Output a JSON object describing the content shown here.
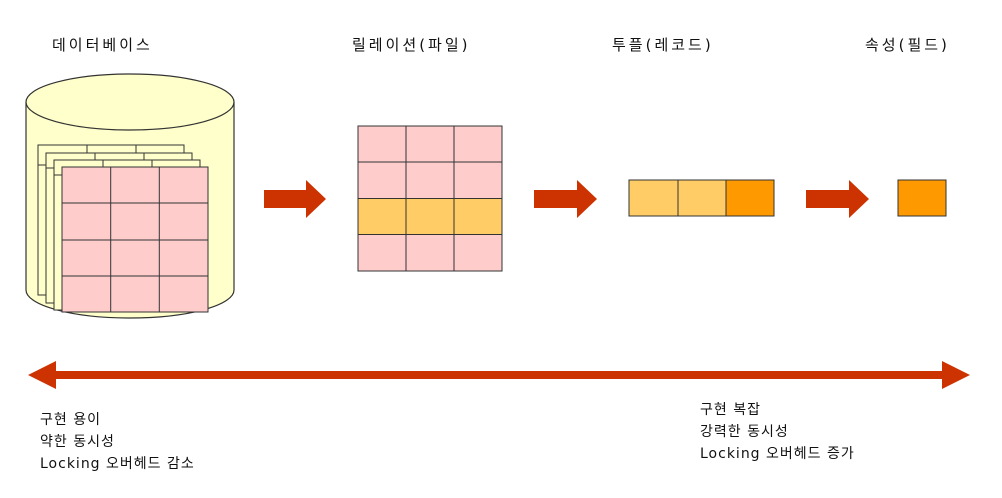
{
  "labels": {
    "database": "데이터베이스",
    "relation": "릴레이션(파일)",
    "tuple": "투플(레코드)",
    "attribute": "속성(필드)"
  },
  "left_notes": [
    "구현 용이",
    "약한 동시성",
    "Locking 오버헤드 감소"
  ],
  "right_notes": [
    "구현 복잡",
    "강력한 동시성",
    "Locking 오버헤드 증가"
  ],
  "colors": {
    "cylinder_fill": "#ffffcc",
    "cell_pink": "#ffcccc",
    "cell_orange_light": "#ffcc66",
    "cell_orange": "#ff9900",
    "arrow": "#cc3300"
  }
}
